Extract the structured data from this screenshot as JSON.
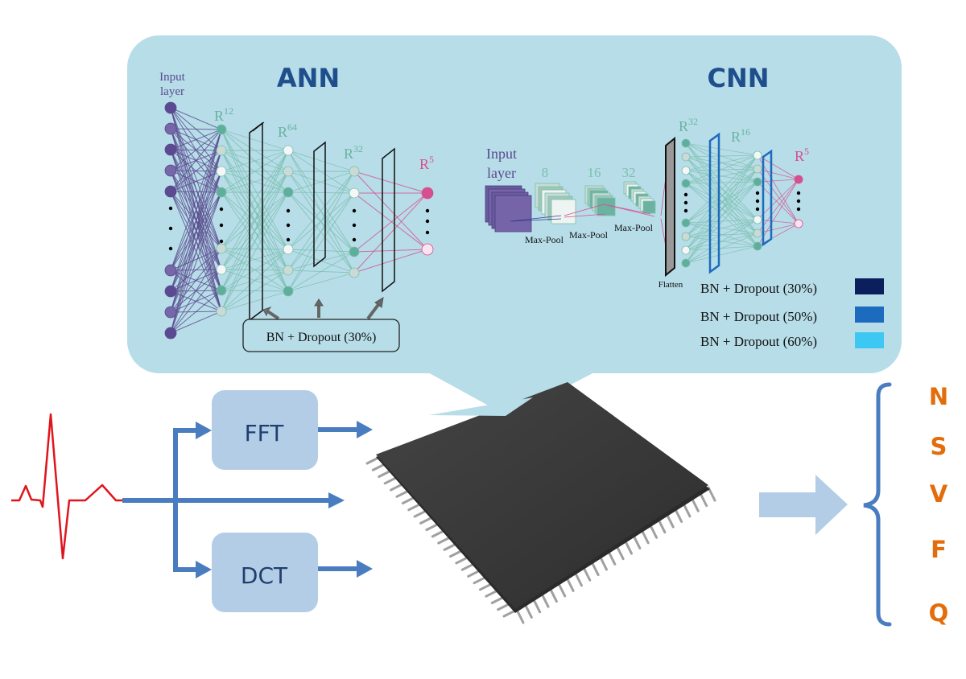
{
  "colors": {
    "panel_bg": "#b7dde8",
    "title_blue": "#1f4e8c",
    "input_purple": "#5a4a8e",
    "teal": "#5fae9b",
    "pink": "#d6508f",
    "flow_blue": "#4a7cc0",
    "box_fill": "#b4cde7",
    "box_text": "#1f3f6e",
    "ecg_red": "#e0141c",
    "class_orange": "#e46c0a",
    "big_arrow": "#b4cde7",
    "chip_body": "#3a3a3a",
    "dropout_30": "#0b1f5c",
    "dropout_50": "#1d6bbf",
    "dropout_60": "#3cc8f2"
  },
  "ann": {
    "title": "ANN",
    "input_label_line1": "Input",
    "input_label_line2": "layer",
    "layers": [
      {
        "label": "R",
        "exp": "12"
      },
      {
        "label": "R",
        "exp": "64"
      },
      {
        "label": "R",
        "exp": "32"
      },
      {
        "label": "R",
        "exp": "5"
      }
    ],
    "dropout_label": "BN + Dropout (30%)"
  },
  "cnn": {
    "title": "CNN",
    "input_label_line1": "Input",
    "input_label_line2": "layer",
    "conv_filters": [
      "8",
      "16",
      "32"
    ],
    "pool_labels": [
      "Max-Pool",
      "Max-Pool",
      "Max-Pool"
    ],
    "flatten_label": "Flatten",
    "layers": [
      {
        "label": "R",
        "exp": "32"
      },
      {
        "label": "R",
        "exp": "16"
      },
      {
        "label": "R",
        "exp": "5"
      }
    ],
    "legend": [
      {
        "label": "BN + Dropout (30%)",
        "color": "#0b1f5c"
      },
      {
        "label": "BN + Dropout (50%)",
        "color": "#1d6bbf"
      },
      {
        "label": "BN + Dropout (60%)",
        "color": "#3cc8f2"
      }
    ]
  },
  "pipeline": {
    "signal": "ECG signal",
    "fft_label": "FFT",
    "dct_label": "DCT",
    "processor": "Microcontroller"
  },
  "classes": [
    "N",
    "S",
    "V",
    "F",
    "Q"
  ]
}
